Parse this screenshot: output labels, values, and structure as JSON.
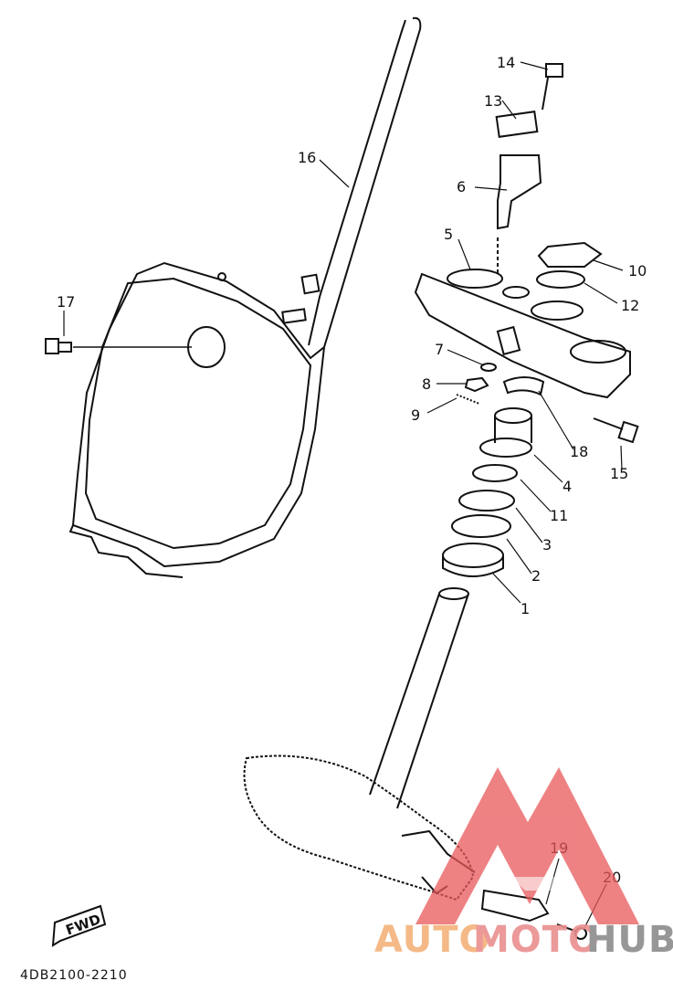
{
  "callouts": [
    "1",
    "2",
    "3",
    "4",
    "5",
    "6",
    "7",
    "8",
    "9",
    "10",
    "11",
    "12",
    "13",
    "14",
    "15",
    "16",
    "17",
    "18",
    "19",
    "20"
  ],
  "diagram_code": "4DB2100-2210",
  "fwd_label": "FWD",
  "watermark": {
    "segments": [
      "AUTO",
      "MOTO",
      "HUB"
    ],
    "colors": [
      "#f3b27a",
      "#eb8f8f",
      "#8c8c8c"
    ],
    "logo_color": "#e8585a"
  },
  "line_color": "#111111"
}
